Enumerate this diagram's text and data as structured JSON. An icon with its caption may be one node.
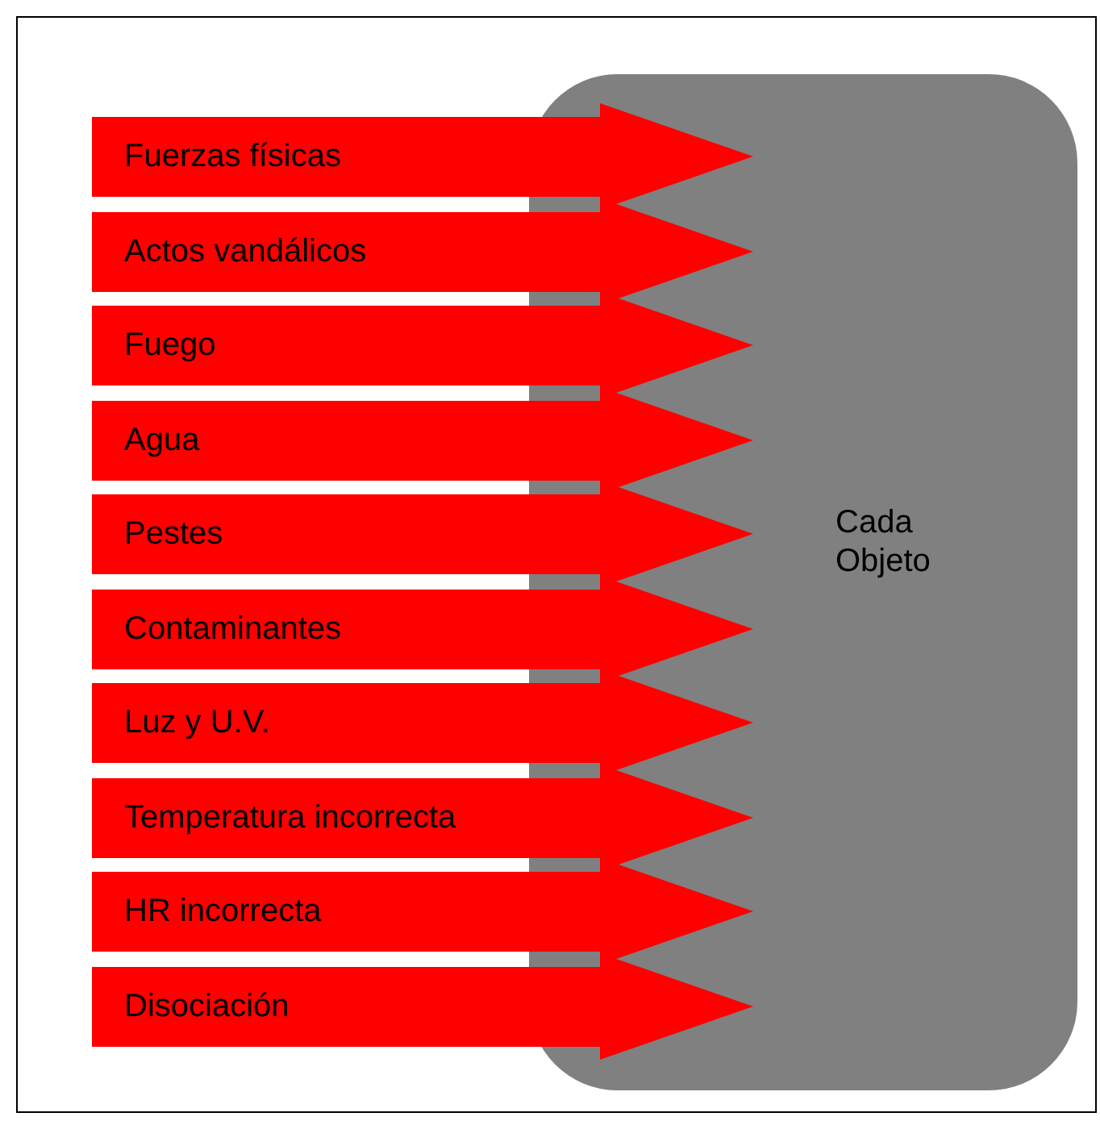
{
  "diagram": {
    "nodes": [
      {
        "text": [
          "Fuerzas físicas"
        ]
      },
      {
        "text": [
          "Actos vandálicos"
        ]
      },
      {
        "text": [
          "Fuego"
        ]
      },
      {
        "text": [
          "Agua"
        ]
      },
      {
        "text": [
          "Pestes"
        ]
      },
      {
        "text": [
          "Contaminantes"
        ]
      },
      {
        "text": [
          "Luz y U.V."
        ]
      },
      {
        "text": [
          "Temperatura incorrecta"
        ]
      },
      {
        "text": [
          "HR incorrecta"
        ]
      },
      {
        "text": [
          "Disociación"
        ]
      },
      {
        "text": [
          "Cada Objeto"
        ]
      }
    ]
  }
}
